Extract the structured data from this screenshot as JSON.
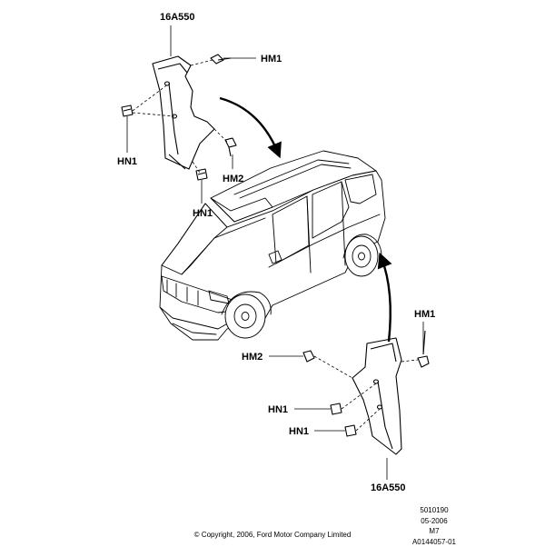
{
  "callouts": {
    "top_part": "16A550",
    "top_hm1": "HM1",
    "top_hn1_left": "HN1",
    "top_hm2": "HM2",
    "top_hn1_bottom": "HN1",
    "bottom_hm1": "HM1",
    "bottom_hm2": "HM2",
    "bottom_hn1_upper": "HN1",
    "bottom_hn1_lower": "HN1",
    "bottom_part": "16A550"
  },
  "info_block": {
    "line1": "5010190",
    "line2": "05-2006",
    "line3": "M7",
    "line4": "A0144057-01"
  },
  "copyright": "© Copyright, 2006, Ford Motor Company Limited",
  "colors": {
    "ink": "#000000",
    "background": "#ffffff"
  }
}
